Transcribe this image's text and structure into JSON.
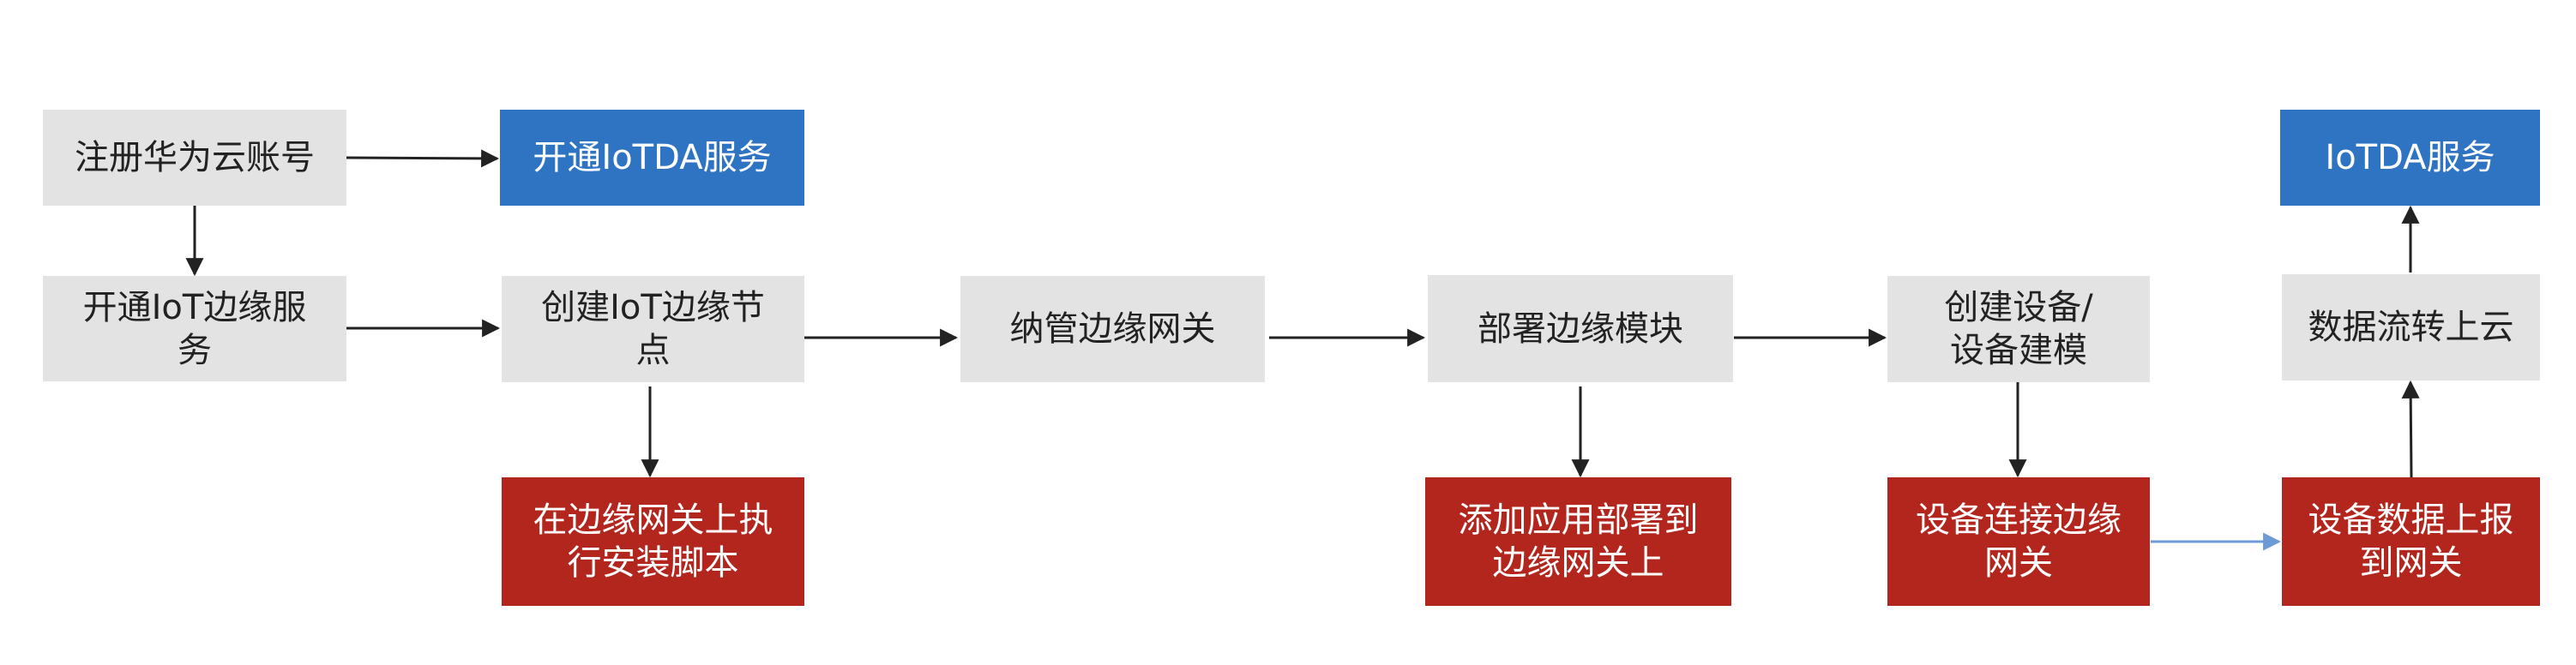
{
  "colors": {
    "grey_box": "#e3e3e3",
    "blue_box": "#2e74c2",
    "red_box": "#b3261e",
    "arrow": "#222222",
    "arrow_accent": "#6f9ad8"
  },
  "nodes": {
    "register": "注册华为云账号",
    "open_iotda": "开通IoTDA服务",
    "open_iot_edge": "开通IoT边缘服务",
    "create_edge_node": "创建IoT边缘节点",
    "install_script": "在边缘网关上执行安装脚本",
    "manage_gateway": "纳管边缘网关",
    "deploy_module": "部署边缘模块",
    "add_app": "添加应用部署到边缘网关上",
    "create_device": "创建设备/设备建模",
    "device_connect": "设备连接边缘网关",
    "iotda_service": "IoTDA服务",
    "data_to_cloud": "数据流转上云",
    "device_report": "设备数据上报到网关"
  }
}
